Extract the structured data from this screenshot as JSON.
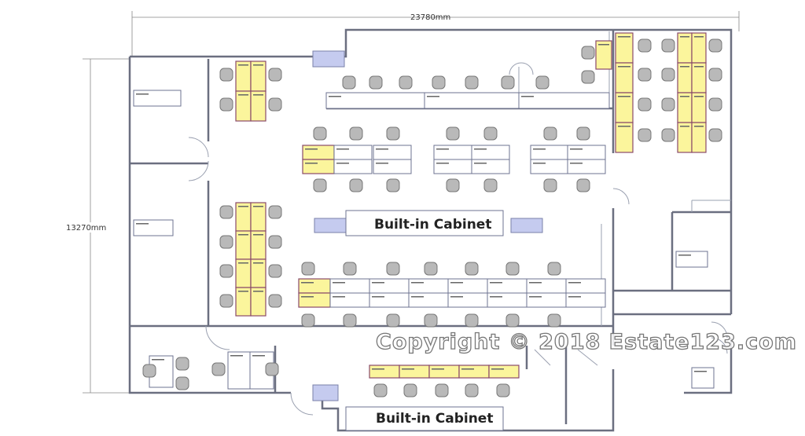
{
  "floor_plan": {
    "width_dimension": "23780mm",
    "height_dimension": "13270mm",
    "cabinet_center_label": "Built-in Cabinet",
    "cabinet_bottom_label": "Built-in Cabinet",
    "watermark": "Copyright © 2018 Estate123.com"
  },
  "colors": {
    "desk_yellow": "#fbf59c",
    "cabinet_blue": "#c5cbef",
    "chair_gray": "#b9b9b9",
    "wall": "#6b6f80"
  }
}
